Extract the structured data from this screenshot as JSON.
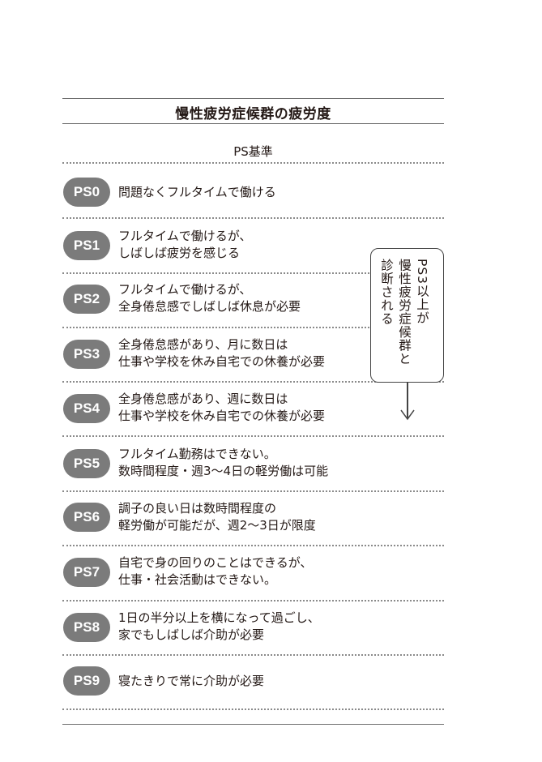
{
  "title": "慢性疲労症候群の疲労度",
  "subtitle": "PS基準",
  "levels": [
    {
      "badge": "PS0",
      "line1": "問題なくフルタイムで働ける",
      "line2": ""
    },
    {
      "badge": "PS1",
      "line1": "フルタイムで働けるが、",
      "line2": "しばしば疲労を感じる"
    },
    {
      "badge": "PS2",
      "line1": "フルタイムで働けるが、",
      "line2": "全身倦怠感でしばしば休息が必要"
    },
    {
      "badge": "PS3",
      "line1": "全身倦怠感があり、月に数日は",
      "line2": "仕事や学校を休み自宅での休養が必要"
    },
    {
      "badge": "PS4",
      "line1": "全身倦怠感があり、週に数日は",
      "line2": "仕事や学校を休み自宅での休養が必要"
    },
    {
      "badge": "PS5",
      "line1": "フルタイム勤務はできない。",
      "line2": "数時間程度・週3〜4日の軽労働は可能"
    },
    {
      "badge": "PS6",
      "line1": "調子の良い日は数時間程度の",
      "line2": "軽労働が可能だが、週2〜3日が限度"
    },
    {
      "badge": "PS7",
      "line1": "自宅で身の回りのことはできるが、",
      "line2": "仕事・社会活動はできない。"
    },
    {
      "badge": "PS8",
      "line1": "1日の半分以上を横になって過ごし、",
      "line2": "家でもしばしば介助が必要"
    },
    {
      "badge": "PS9",
      "line1": "寝たきりで常に介助が必要",
      "line2": ""
    }
  ],
  "callout": {
    "col1": "PS3以上が",
    "col2": "慢性疲労症候群と",
    "col3": "診断される"
  },
  "colors": {
    "badge_bg": "#7b7b7b",
    "badge_text": "#ffffff",
    "text": "#231815",
    "rule": "#6e6e6e"
  }
}
